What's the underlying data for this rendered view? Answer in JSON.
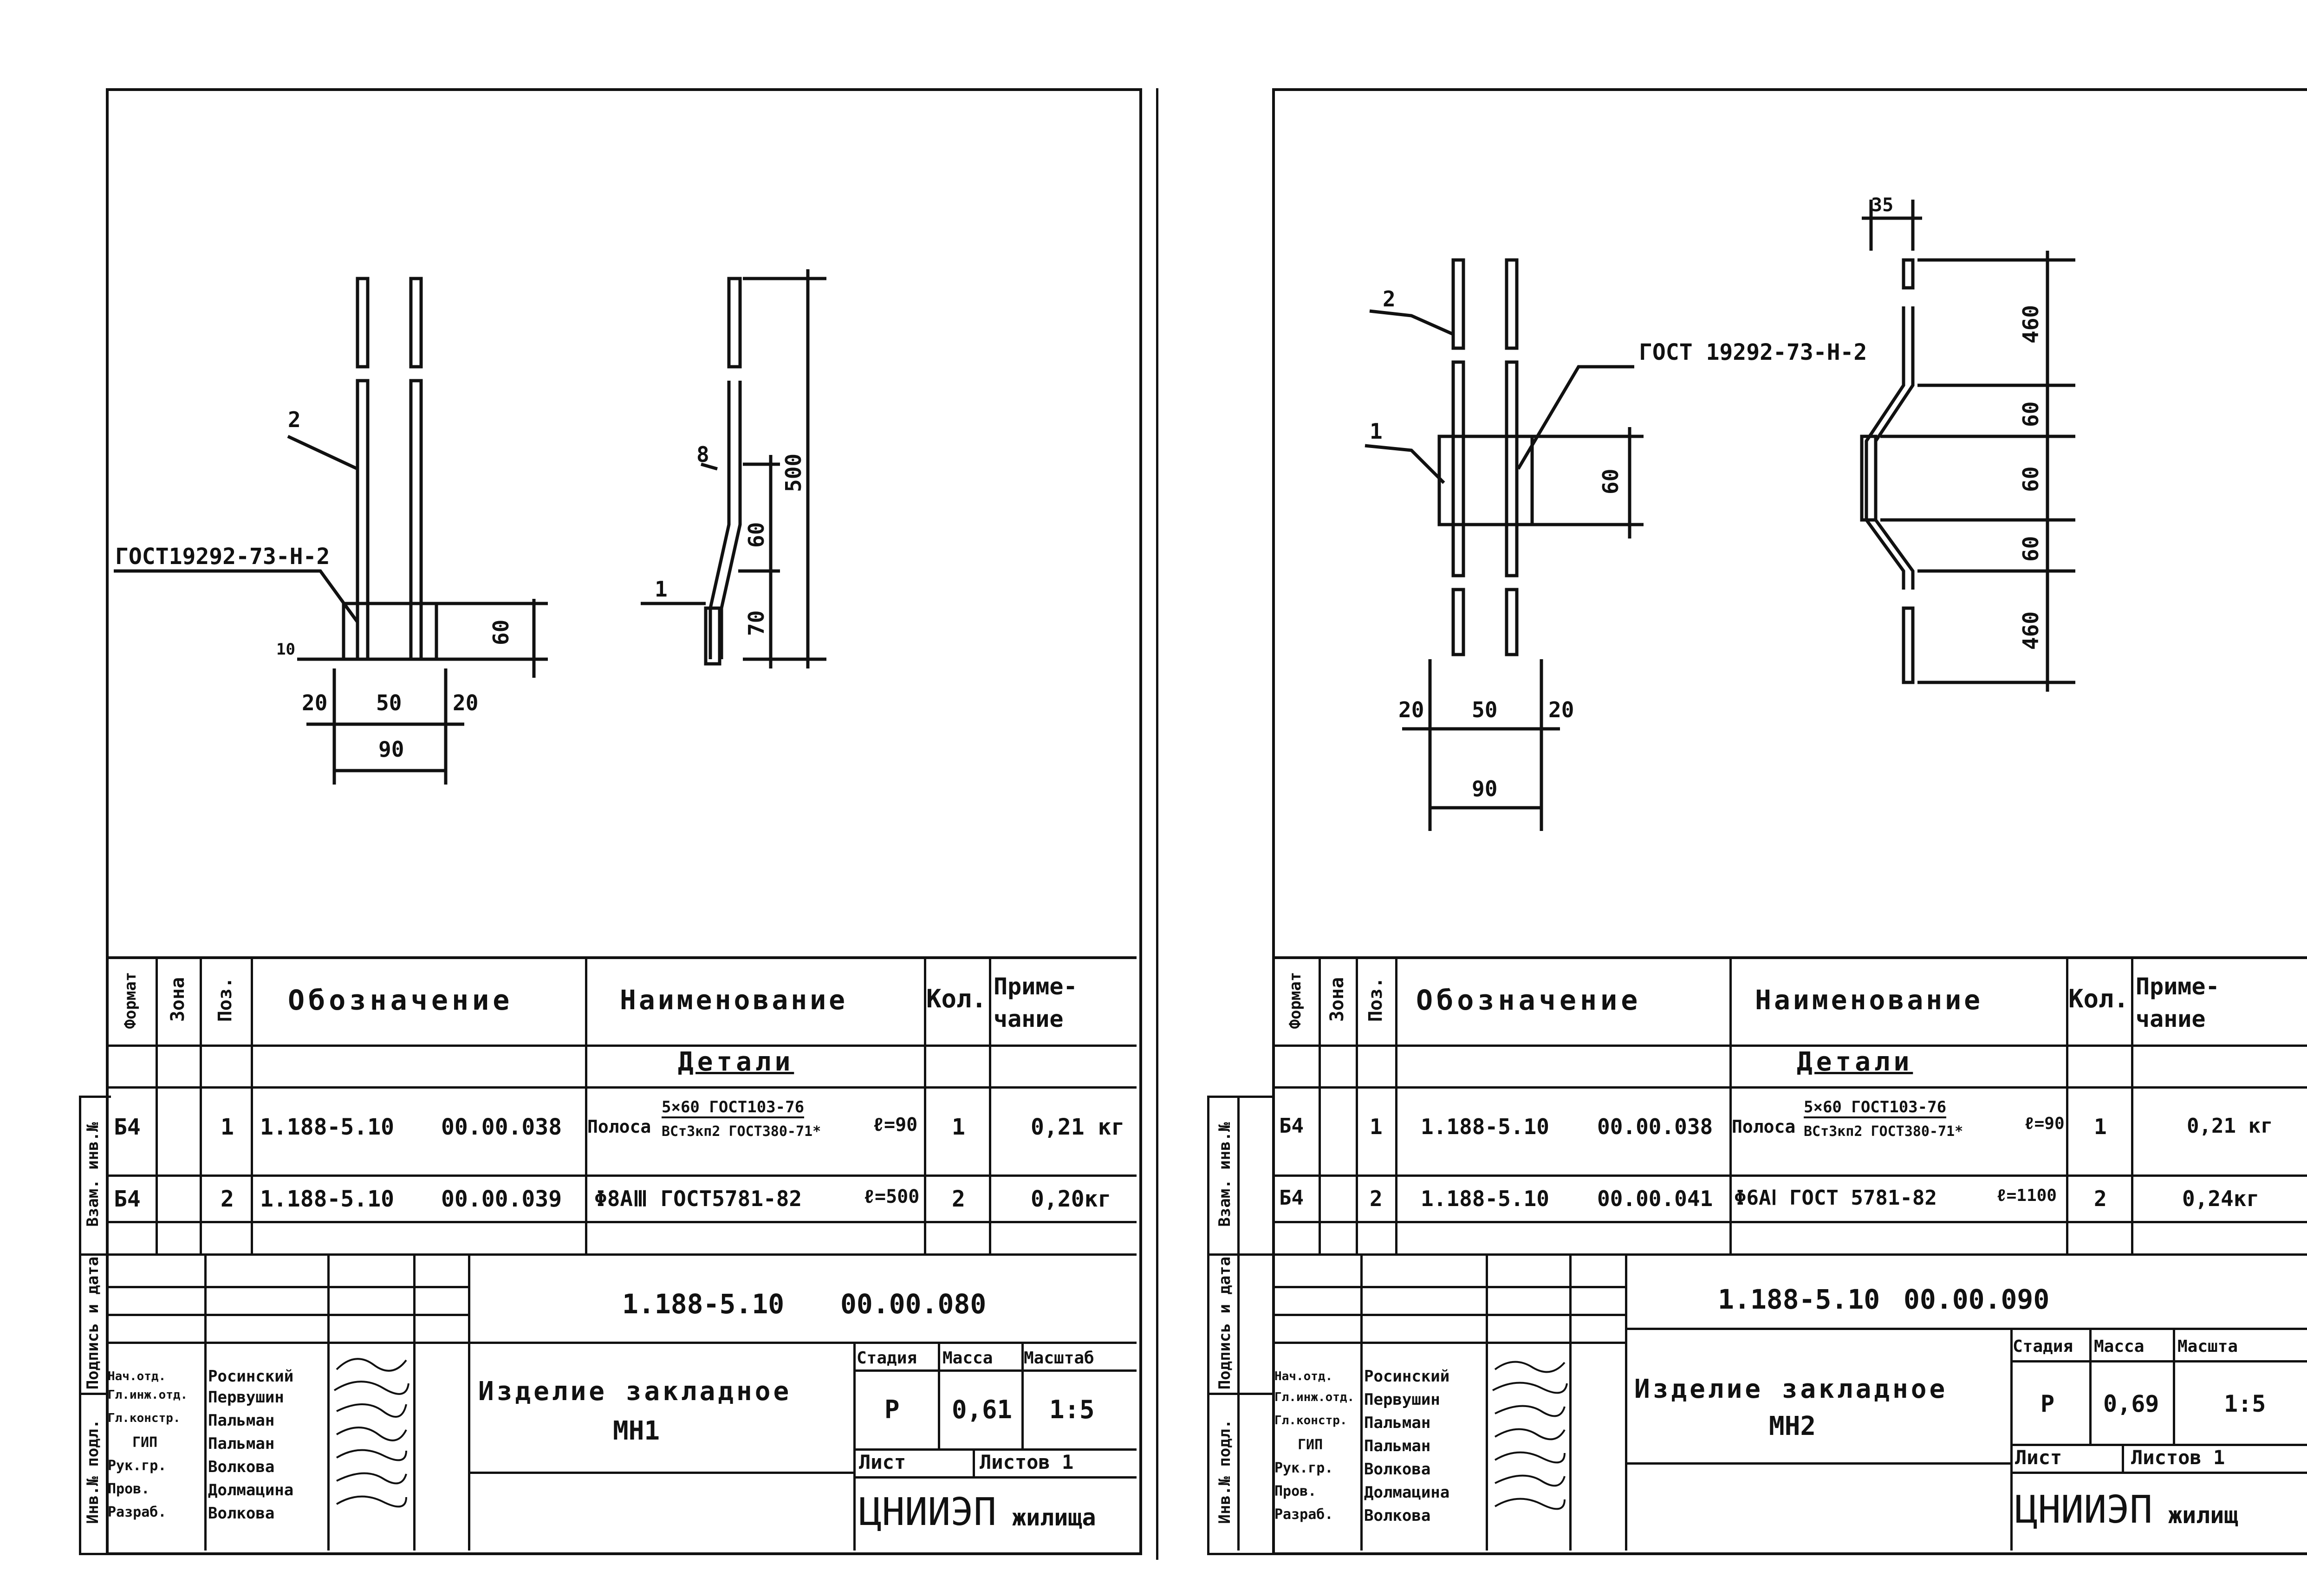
{
  "sheets": [
    {
      "drawing": {
        "weld_note": "ГОСТ19292-73-Н-2",
        "dims": [
          "2",
          "10",
          "20",
          "50",
          "20",
          "90",
          "60",
          "8",
          "1",
          "60",
          "70",
          "500"
        ]
      },
      "table": {
        "headers": {
          "format": "Формат",
          "zone": "Зона",
          "pos": "Поз.",
          "designation": "Обозначение",
          "name": "Наименование",
          "qty": "Кол.",
          "note": "Приме-чание"
        },
        "section": "Детали",
        "rows": [
          {
            "format": "Б4",
            "pos": "1",
            "des_a": "1.188-5.10",
            "des_b": "00.00.038",
            "name": "Полоса",
            "name_top": "5×60 ГОСТ103-76",
            "name_bot": "ВСт3кп2 ГОСТ380-71*",
            "len": "ℓ=90",
            "qty": "1",
            "note": "0,21 кг"
          },
          {
            "format": "Б4",
            "pos": "2",
            "des_a": "1.188-5.10",
            "des_b": "00.00.039",
            "name": "Φ8АⅢ ГОСТ5781-82",
            "name_top": "",
            "name_bot": "",
            "len": "ℓ=500",
            "qty": "2",
            "note": "0,20кг"
          }
        ]
      },
      "title_block": {
        "doc_number": "1.188-5.10",
        "doc_code": "00.00.080",
        "roles": [
          "Нач.отд.",
          "Гл.инж.отд.",
          "Гл.констр.",
          "ГИП",
          "Рук.гр.",
          "Пров.",
          "Разраб."
        ],
        "names": [
          "Росинский",
          "Первушин",
          "Пальман",
          "Пальман",
          "Волкова",
          "Долмацина",
          "Волкова"
        ],
        "product_line1": "Изделие закладное",
        "product_line2": "МН1",
        "stage_label": "Стадия",
        "mass_label": "Масса",
        "scale_label": "Масштаб",
        "stage": "Р",
        "mass": "0,61",
        "scale": "1:5",
        "sheet_label": "Лист",
        "sheets_label": "Листов 1",
        "org_big": "ЦНИИЭП",
        "org_small": "жилища"
      }
    },
    {
      "drawing": {
        "weld_note": "ГОСТ 19292-73-Н-2",
        "dims": [
          "2",
          "1",
          "60",
          "20",
          "50",
          "20",
          "90",
          "35",
          "460",
          "60",
          "60",
          "60",
          "460"
        ]
      },
      "table": {
        "headers": {
          "format": "Формат",
          "zone": "Зона",
          "pos": "Поз.",
          "designation": "Обозначение",
          "name": "Наименование",
          "qty": "Кол.",
          "note": "Приме-чание"
        },
        "section": "Детали",
        "rows": [
          {
            "format": "Б4",
            "pos": "1",
            "des_a": "1.188-5.10",
            "des_b": "00.00.038",
            "name": "Полоса",
            "name_top": "5×60 ГОСТ103-76",
            "name_bot": "ВСт3кп2 ГОСТ380-71*",
            "len": "ℓ=90",
            "qty": "1",
            "note": "0,21 кг"
          },
          {
            "format": "Б4",
            "pos": "2",
            "des_a": "1.188-5.10",
            "des_b": "00.00.041",
            "name": "Φ6АⅠ ГОСТ 5781-82",
            "name_top": "",
            "name_bot": "",
            "len": "ℓ=1100",
            "qty": "2",
            "note": "0,24кг"
          }
        ]
      },
      "title_block": {
        "doc_number": "1.188-5.10",
        "doc_code": "00.00.090",
        "roles": [
          "Нач.отд.",
          "Гл.инж.отд.",
          "Гл.констр.",
          "ГИП",
          "Рук.гр.",
          "Пров.",
          "Разраб."
        ],
        "names": [
          "Росинский",
          "Первушин",
          "Пальман",
          "Пальман",
          "Волкова",
          "Долмацина",
          "Волкова"
        ],
        "product_line1": "Изделие закладное",
        "product_line2": "МН2",
        "stage_label": "Стадия",
        "mass_label": "Масса",
        "scale_label": "Масшта",
        "stage": "Р",
        "mass": "0,69",
        "scale": "1:5",
        "sheet_label": "Лист",
        "sheets_label": "Листов 1",
        "org_big": "ЦНИИЭП",
        "org_small": "жилищ"
      }
    }
  ],
  "side_labels": [
    "Инв.№ подл.",
    "Подпись и дата",
    "Взам. инв.№"
  ]
}
